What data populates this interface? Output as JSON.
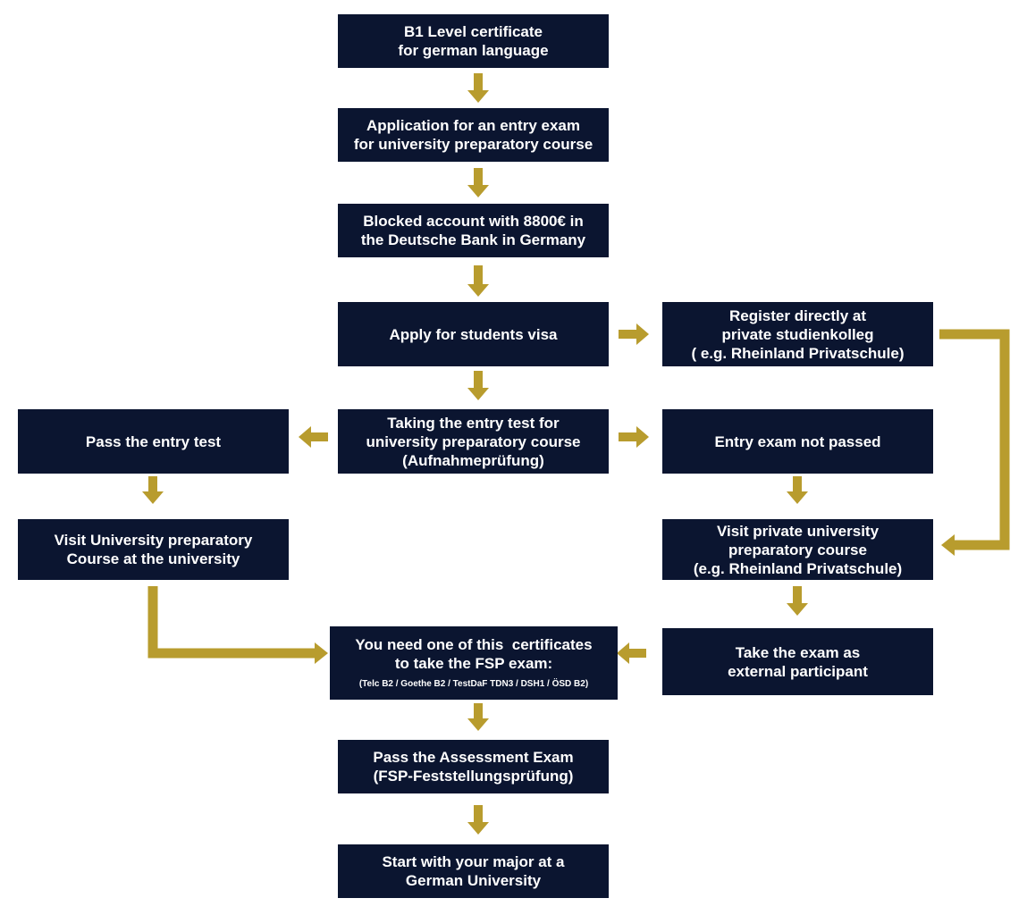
{
  "colors": {
    "box": "#0b1530",
    "arrow": "#b89c2e",
    "text": "#ffffff"
  },
  "flow": {
    "b1_certificate": {
      "line1": "B1 Level certificate",
      "line2": "for german language"
    },
    "entry_exam_application": {
      "line1": "Application for an entry exam",
      "line2": "for university preparatory course"
    },
    "blocked_account": {
      "line1": "Blocked account with 8800€ in",
      "line2": "the Deutsche Bank in Germany"
    },
    "student_visa": {
      "line1": "Apply for students visa"
    },
    "register_private": {
      "line1": "Register directly at",
      "line2": "private studienkolleg",
      "line3": "( e.g. Rheinland Privatschule)"
    },
    "pass_entry_test": {
      "line1": "Pass the entry test"
    },
    "taking_entry_test": {
      "line1": "Taking the entry test for",
      "line2": "university preparatory course",
      "line3": "(Aufnahmeprüfung)"
    },
    "entry_not_passed": {
      "line1": "Entry exam not passed"
    },
    "visit_uni_course": {
      "line1": "Visit University preparatory",
      "line2": "Course at the university"
    },
    "visit_private_course": {
      "line1": "Visit private university",
      "line2": "preparatory course",
      "line3": "(e.g. Rheinland Privatschule)"
    },
    "certificates_needed": {
      "line1": "You need one of this  certificates",
      "line2": "to take the FSP exam:",
      "line3": "(Telc B2 / Goethe B2 / TestDaF TDN3 / DSH1 / ÖSD B2)"
    },
    "external_exam": {
      "line1": "Take the exam as",
      "line2": "external participant"
    },
    "assessment_exam": {
      "line1": "Pass the Assessment Exam",
      "line2": "(FSP-Feststellungsprüfung)"
    },
    "start_major": {
      "line1": "Start with your major at a",
      "line2": "German University"
    }
  }
}
